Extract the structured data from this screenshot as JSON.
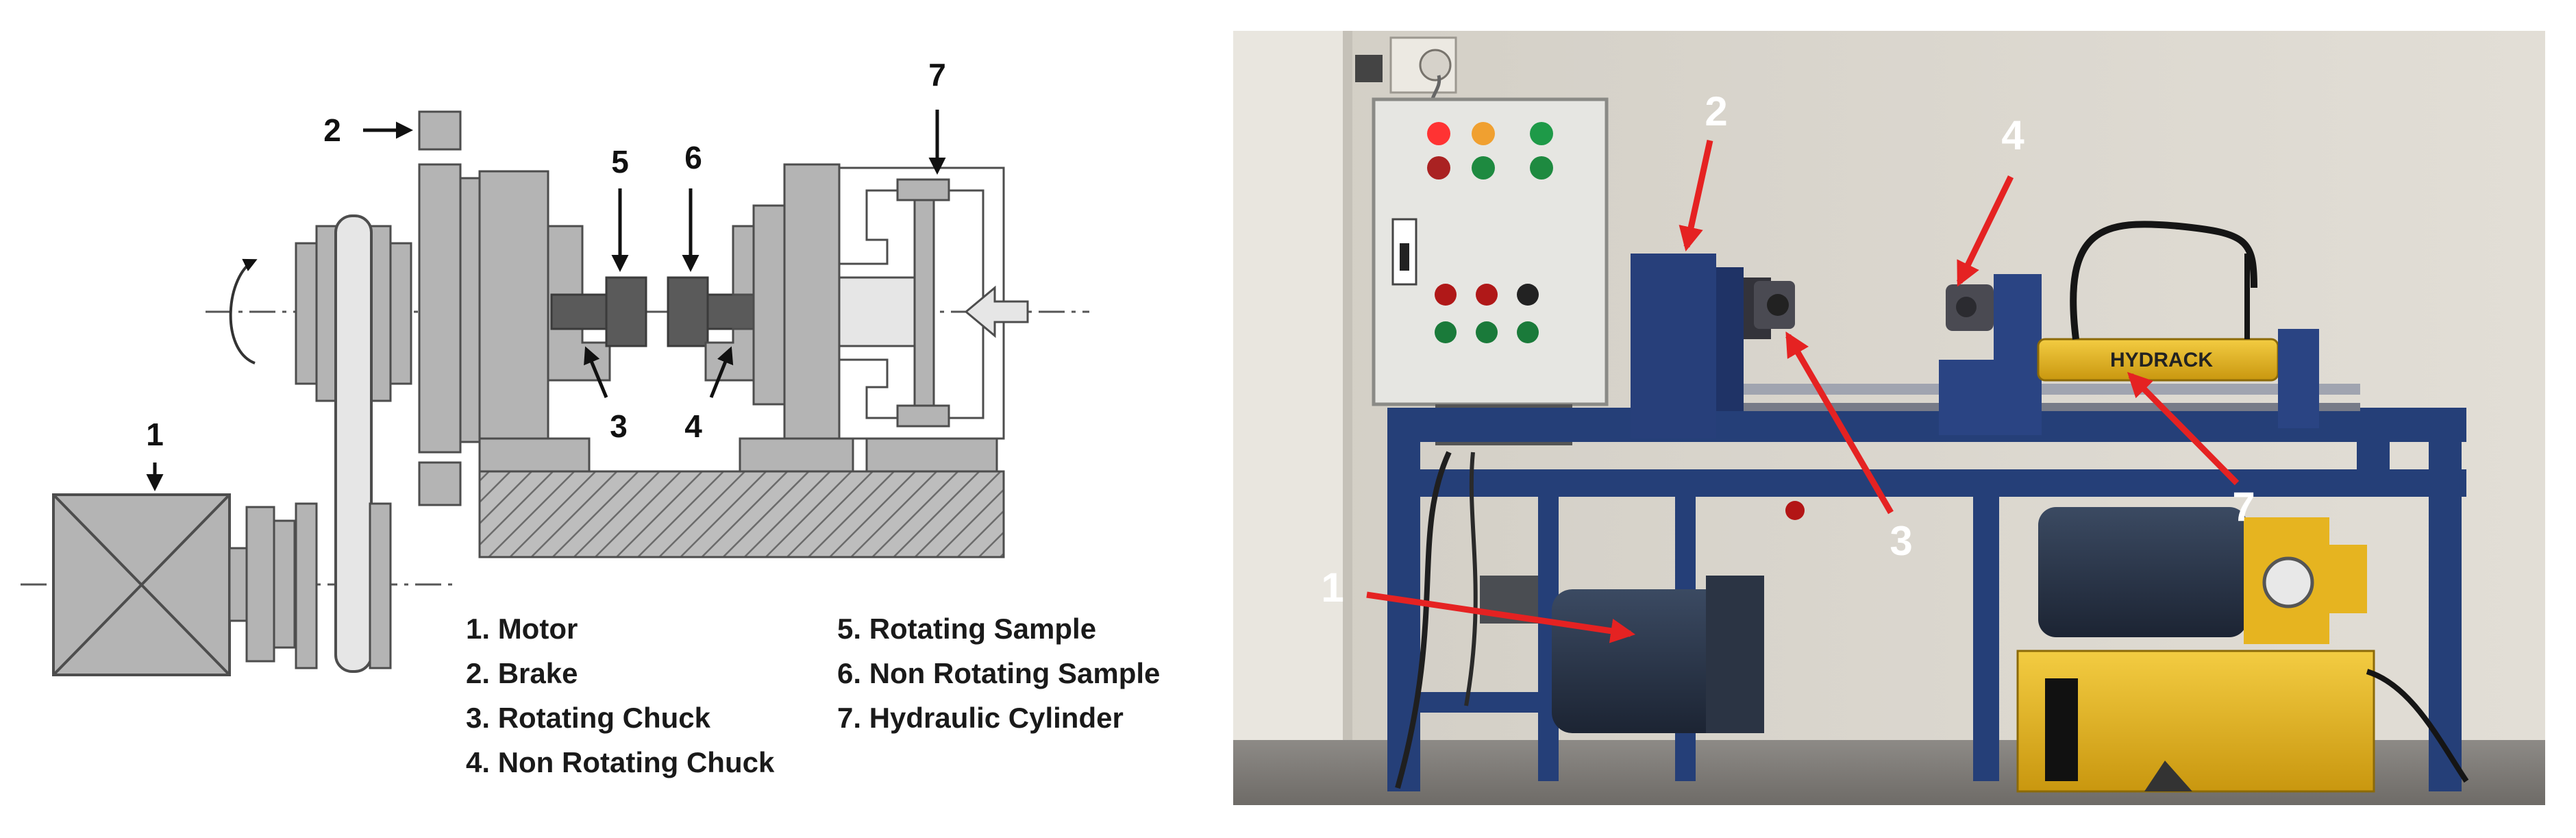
{
  "diagram": {
    "callouts": {
      "motor": "1",
      "brake": "2",
      "rotating_chuck": "3",
      "non_rotating_chuck": "4",
      "rotating_sample": "5",
      "non_rotating_sample": "6",
      "hydraulic_cylinder": "7"
    },
    "legend": [
      "1. Motor",
      "2. Brake",
      "3. Rotating Chuck",
      "4. Non Rotating Chuck",
      "5. Rotating Sample",
      "6. Non Rotating Sample",
      "7. Hydraulic Cylinder"
    ]
  },
  "photo": {
    "callouts": {
      "motor": "1",
      "brake": "2",
      "rotating_chuck": "3",
      "non_rotating_chuck": "4",
      "hydraulic_cylinder": "7"
    },
    "brand_text": "HYDRACK"
  },
  "colors": {
    "part_fill": "#b4b4b4",
    "part_dark": "#7a7a7a",
    "frame_blue": "#253f78",
    "cylinder_yellow": "#e8b923",
    "arrow_red": "#e52222",
    "wall": "#d9d5cc"
  }
}
